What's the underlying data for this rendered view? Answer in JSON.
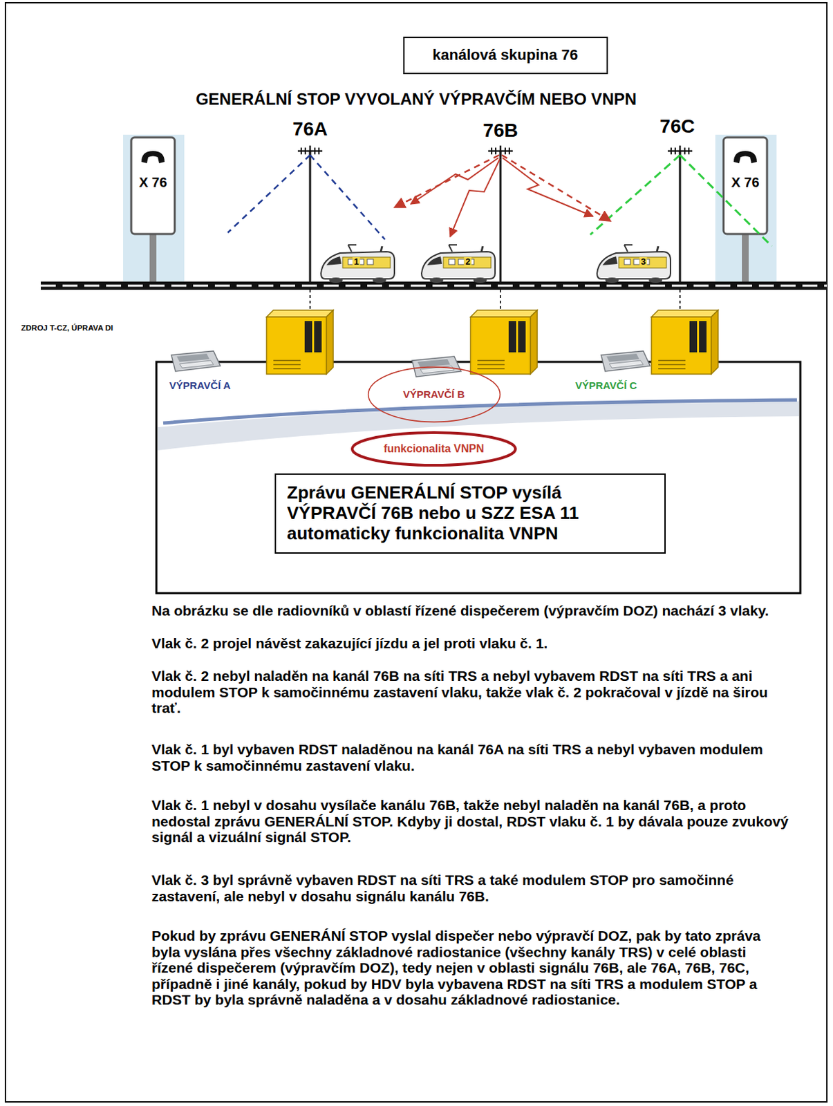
{
  "diagram": {
    "title": "GENERÁLNÍ STOP VYVOLANÝ VÝPRAVČÍM NEBO VNPN",
    "nodes": [
      {
        "text": [
          "kanálová skupina 76"
        ]
      },
      {
        "text": [
          "VÝPRAVČÍ B"
        ]
      },
      {
        "text": [
          "funkcionalita VNPN"
        ]
      },
      {
        "text": [
          "Zprávu GENERÁLNÍ STOP vysílá VÝPRAVČÍ 76B nebo u SZZ ESA 11 automaticky funkcionalita VNPN"
        ]
      }
    ],
    "labels": [
      "76A",
      "76B",
      "76C",
      "X 76",
      "X 76",
      "1",
      "2",
      "3",
      "ZDROJ T-CZ, ÚPRAVA DI",
      "VÝPRAVČÍ A",
      "VÝPRAVČÍ C",
      "Na obrázku se dle radiovníků v oblastí řízené dispečerem (výpravčím DOZ) nachází 3 vlaky.",
      "Vlak č. 2 projel návěst zakazující jízdu a jel proti vlaku č. 1.",
      "Vlak č. 2 nebyl naladěn na kanál 76B na síti TRS a nebyl vybavem RDST na síti TRS a ani modulem STOP k samočinnému zastavení vlaku, takže vlak č. 2 pokračoval v jízdě na širou trať.",
      "Vlak č. 1 byl vybaven RDST naladěnou na kanál 76A na síti TRS a nebyl vybaven modulem STOP k samočinnému zastavení vlaku.",
      "Vlak č. 1 nebyl v dosahu vysílače kanálu 76B, takže nebyl naladěn na kanál 76B, a proto nedostal zprávu GENERÁLNÍ STOP. Kdyby ji dostal, RDST vlaku č. 1 by dávala pouze zvukový signál a vizuální signál STOP.",
      "Vlak č. 3 byl správně vybaven RDST na síti TRS a také modulem STOP pro samočinné zastavení, ale nebyl v dosahu signálu kanálu 76B.",
      "Pokud by zprávu GENERÁNÍ STOP vyslal dispečer nebo výpravčí DOZ, pak by tato zpráva byla vyslána přes všechny základnové radiostanice (všechny kanály TRS) v celé oblasti řízené dispečerem (výpravčím DOZ), tedy nejen v oblasti signálu 76B, ale 76A, 76B, 76C, případně i jiné kanály, pokud by HDV byla vybavena RDST na síti TRS a modulem STOP a RDST by byla správně naladěna a v dosahu základnové radiostanice."
    ]
  }
}
